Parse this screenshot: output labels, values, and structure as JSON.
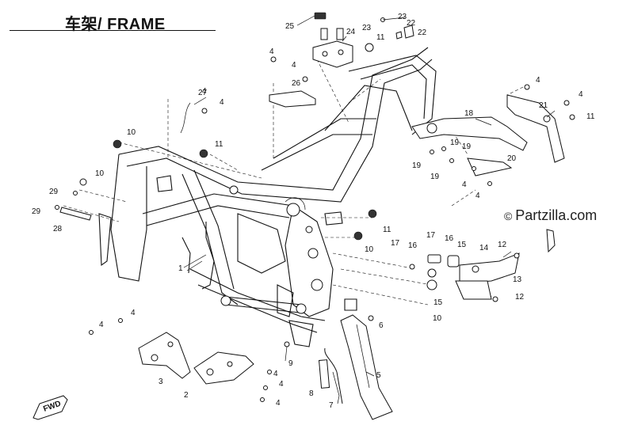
{
  "header": {
    "title": "车架/ FRAME"
  },
  "watermark": {
    "prefix": "© ",
    "brand": "Partzilla.com"
  },
  "fwd_badge": {
    "text": "FWD"
  },
  "callouts": [
    {
      "id": "c1",
      "label": "1"
    },
    {
      "id": "c2",
      "label": "2"
    },
    {
      "id": "c3",
      "label": "3"
    },
    {
      "id": "c4a",
      "label": "4"
    },
    {
      "id": "c4b",
      "label": "4"
    },
    {
      "id": "c4c",
      "label": "4"
    },
    {
      "id": "c4d",
      "label": "4"
    },
    {
      "id": "c4e",
      "label": "4"
    },
    {
      "id": "c4f",
      "label": "4"
    },
    {
      "id": "c4g",
      "label": "4"
    },
    {
      "id": "c4h",
      "label": "4"
    },
    {
      "id": "c4i",
      "label": "4"
    },
    {
      "id": "c4j",
      "label": "4"
    },
    {
      "id": "c4k",
      "label": "4"
    },
    {
      "id": "c4l",
      "label": "4"
    },
    {
      "id": "c4m",
      "label": "4"
    },
    {
      "id": "c5",
      "label": "5"
    },
    {
      "id": "c6",
      "label": "6"
    },
    {
      "id": "c7",
      "label": "7"
    },
    {
      "id": "c8",
      "label": "8"
    },
    {
      "id": "c9",
      "label": "9"
    },
    {
      "id": "c10a",
      "label": "10"
    },
    {
      "id": "c10b",
      "label": "10"
    },
    {
      "id": "c10c",
      "label": "10"
    },
    {
      "id": "c10d",
      "label": "10"
    },
    {
      "id": "c11a",
      "label": "11"
    },
    {
      "id": "c11b",
      "label": "11"
    },
    {
      "id": "c11c",
      "label": "11"
    },
    {
      "id": "c11d",
      "label": "11"
    },
    {
      "id": "c12",
      "label": "12"
    },
    {
      "id": "c12b",
      "label": "12"
    },
    {
      "id": "c13",
      "label": "13"
    },
    {
      "id": "c14",
      "label": "14"
    },
    {
      "id": "c15a",
      "label": "15"
    },
    {
      "id": "c15b",
      "label": "15"
    },
    {
      "id": "c16a",
      "label": "16"
    },
    {
      "id": "c16b",
      "label": "16"
    },
    {
      "id": "c17a",
      "label": "17"
    },
    {
      "id": "c17b",
      "label": "17"
    },
    {
      "id": "c18",
      "label": "18"
    },
    {
      "id": "c19a",
      "label": "19"
    },
    {
      "id": "c19b",
      "label": "19"
    },
    {
      "id": "c19c",
      "label": "19"
    },
    {
      "id": "c19d",
      "label": "19"
    },
    {
      "id": "c20",
      "label": "20"
    },
    {
      "id": "c21",
      "label": "21"
    },
    {
      "id": "c22a",
      "label": "22"
    },
    {
      "id": "c22b",
      "label": "22"
    },
    {
      "id": "c23a",
      "label": "23"
    },
    {
      "id": "c23b",
      "label": "23"
    },
    {
      "id": "c24",
      "label": "24"
    },
    {
      "id": "c25",
      "label": "25"
    },
    {
      "id": "c26",
      "label": "26"
    },
    {
      "id": "c27",
      "label": "27"
    },
    {
      "id": "c28",
      "label": "28"
    },
    {
      "id": "c29a",
      "label": "29"
    },
    {
      "id": "c29b",
      "label": "29"
    }
  ]
}
